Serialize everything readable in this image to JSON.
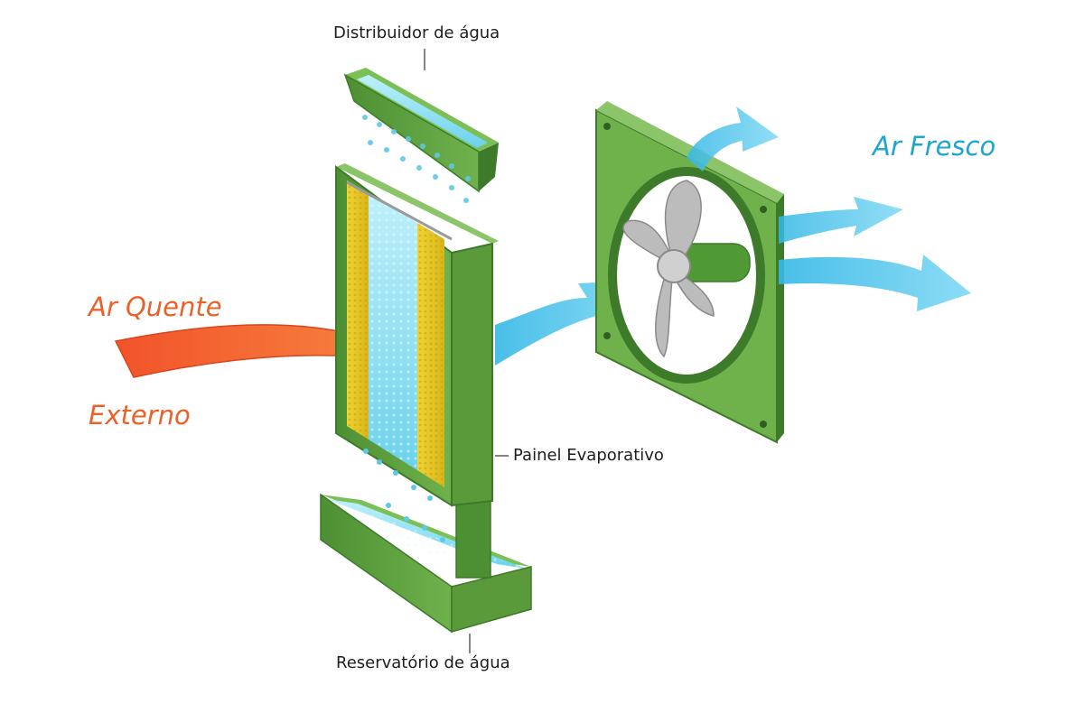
{
  "labels": {
    "water_distributor": "Distribuidor de água",
    "evaporative_panel": "Painel Evaporativo",
    "water_reservoir": "Reservatório de água",
    "fresh_air": "Ar Fresco",
    "hot_air_line1": "Ar Quente",
    "hot_air_line2": "Externo"
  },
  "colors": {
    "frame_green": "#5d9e3e",
    "frame_green_dark": "#3d7a2a",
    "frame_green_light": "#8cc46a",
    "pad_yellow": "#e3c61f",
    "water_cyan": "#8fe0f0",
    "cool_air": "#43c2ea",
    "hot_air": "#f05a24",
    "hot_label": "#e8622a",
    "fresh_label": "#1ea5d4",
    "label_text": "#1e1e1e"
  }
}
